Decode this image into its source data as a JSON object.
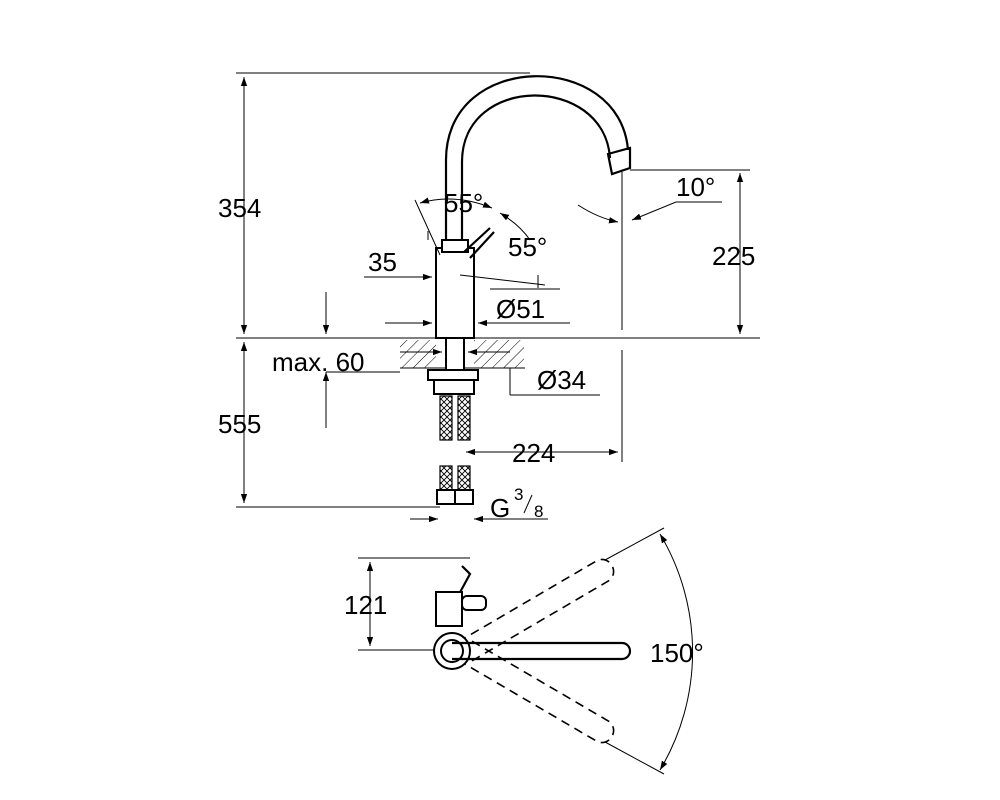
{
  "drawing": {
    "dimensions": {
      "total_height": "354",
      "spout_height": "225",
      "below_deck": "555",
      "lever_offset": "35",
      "body_diameter": "Ø51",
      "deck_thickness": "max. 60",
      "hole_diameter": "Ø34",
      "spout_reach": "224",
      "spout_angle": "10°",
      "lever_angle_left": "55°",
      "lever_angle_right": "55°",
      "connection_prefix": "G",
      "connection_numerator": "3",
      "connection_denominator": "8",
      "top_view_depth": "121",
      "swivel_angle": "150°"
    }
  }
}
